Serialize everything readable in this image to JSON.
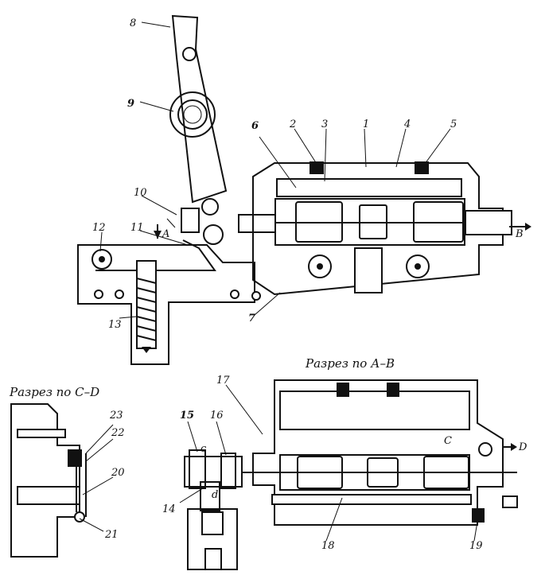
{
  "figure": {
    "callouts": {
      "c1": "1",
      "c2": "2",
      "c3": "3",
      "c4": "4",
      "c5": "5",
      "c6": "6",
      "c7": "7",
      "c8": "8",
      "c9": "9",
      "c10": "10",
      "c11": "11",
      "c12": "12",
      "c13": "13",
      "c14": "14",
      "c15": "15",
      "c16": "16",
      "c17": "17",
      "c18": "18",
      "c19": "19",
      "c20": "20",
      "c21": "21",
      "c22": "22",
      "c23": "23"
    },
    "section_markers": {
      "a_left": "A",
      "b_right": "B",
      "c_mark": "C",
      "d_mark": "D",
      "c_dim": "c",
      "d_dim": "d"
    },
    "captions": {
      "section_ab": "Разрез по А–В",
      "section_cd": "Разрез по С–D"
    }
  }
}
